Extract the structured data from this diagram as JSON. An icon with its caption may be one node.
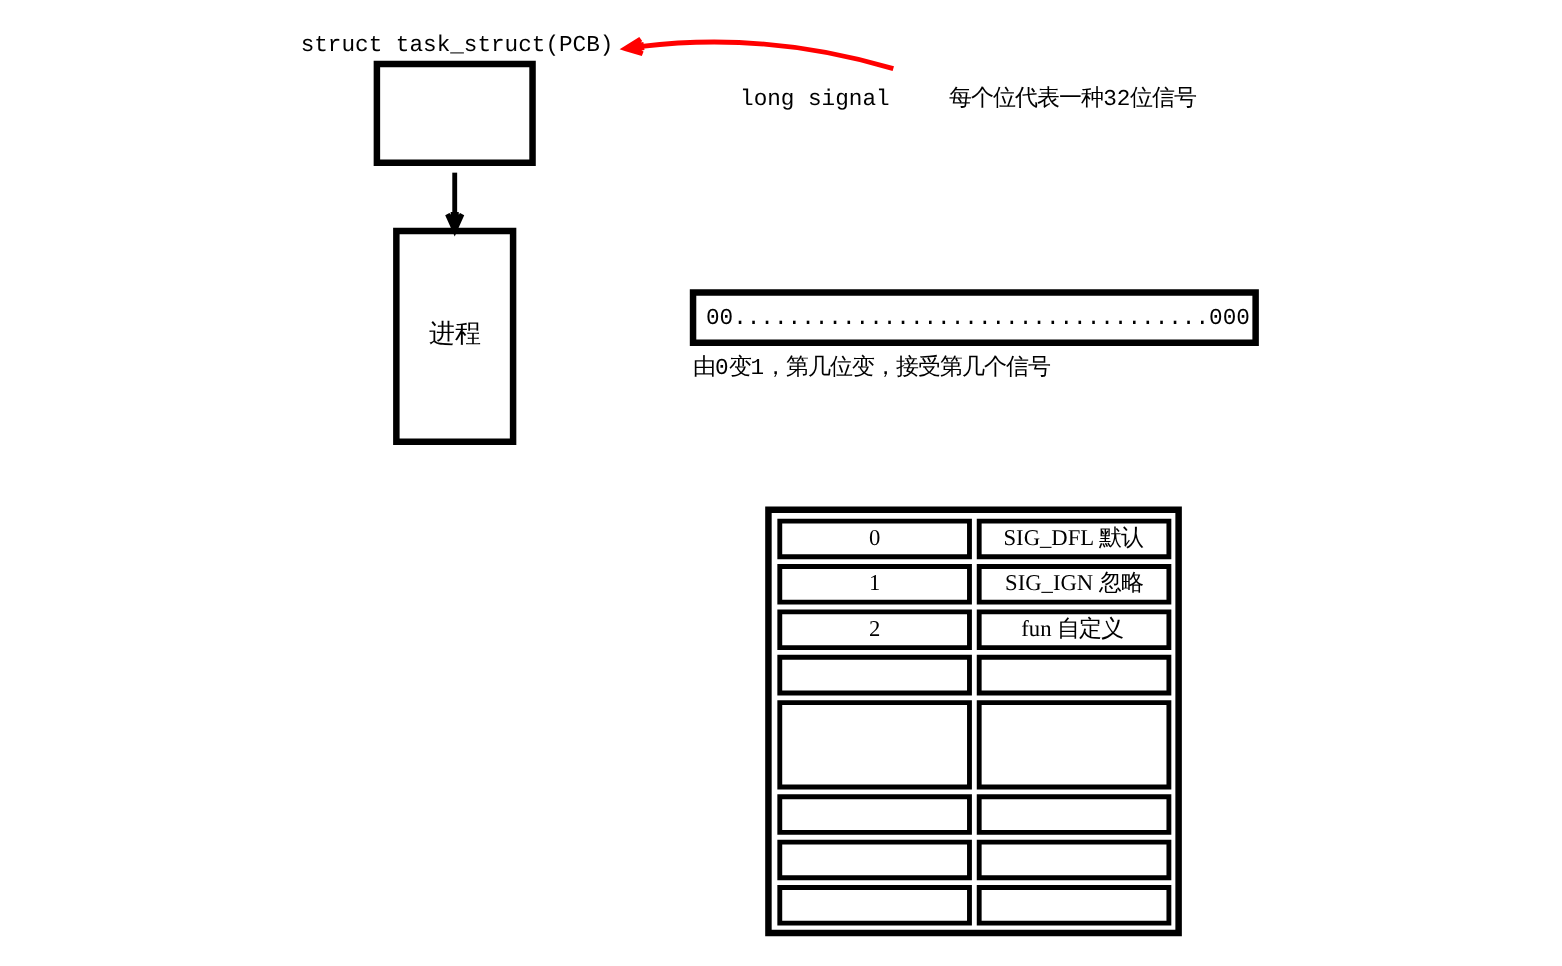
{
  "diagram": {
    "nodes": [
      {
        "text": [
          "struct task_struct(PCB)"
        ]
      },
      {
        "text": [
          "进程"
        ]
      },
      {
        "text": [
          "long signal"
        ],
        "beside": [
          "每个位代表一种32位信号"
        ]
      },
      {
        "text": [
          "00...................................000"
        ],
        "beside": [
          "由0变1，第几位变，接受第几个信号"
        ]
      }
    ],
    "edges": [
      {
        "from": 2,
        "to": 0,
        "arrow": "to",
        "color": "#ff0000"
      },
      {
        "from": 0,
        "to": 1,
        "arrow": "to",
        "color": "#000000"
      }
    ],
    "labels": [
      "0",
      "SIG_DFL 默认",
      "1",
      "SIG_IGN 忽略",
      "2",
      "fun 自定义"
    ]
  }
}
